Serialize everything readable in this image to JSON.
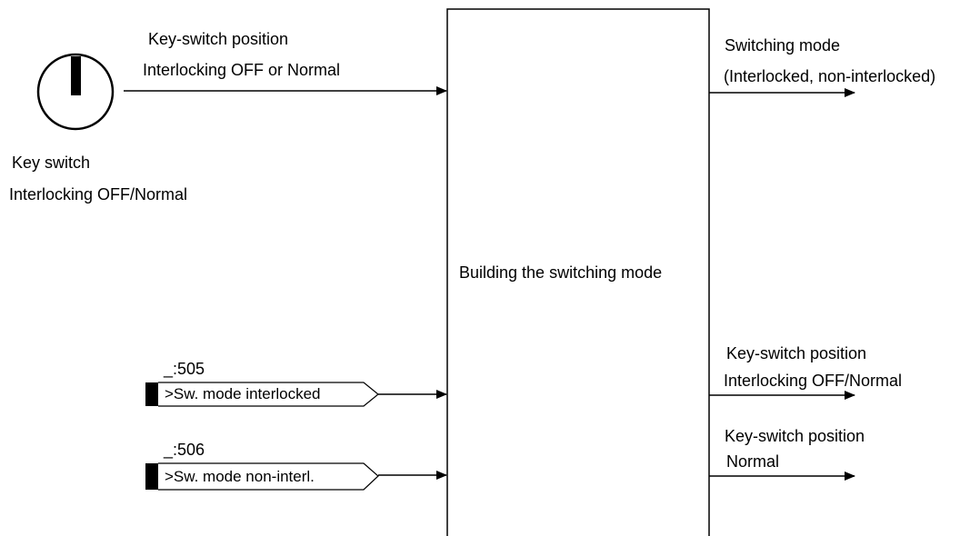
{
  "key_switch": {
    "input_label_line1": "Key-switch position",
    "input_label_line2": "Interlocking OFF or Normal",
    "caption_line1": "Key switch",
    "caption_line2": "Interlocking OFF/Normal"
  },
  "block": {
    "label": "Building the switching mode"
  },
  "inputs": [
    {
      "id": "_:505",
      "label": ">Sw. mode interlocked"
    },
    {
      "id": "_:506",
      "label": ">Sw. mode non-interl."
    }
  ],
  "outputs": [
    {
      "line1": "Switching mode",
      "line2": "(Interlocked, non-interlocked)"
    },
    {
      "line1": "Key-switch position",
      "line2": "Interlocking OFF/Normal"
    },
    {
      "line1": "Key-switch position",
      "line2": "Normal"
    }
  ]
}
